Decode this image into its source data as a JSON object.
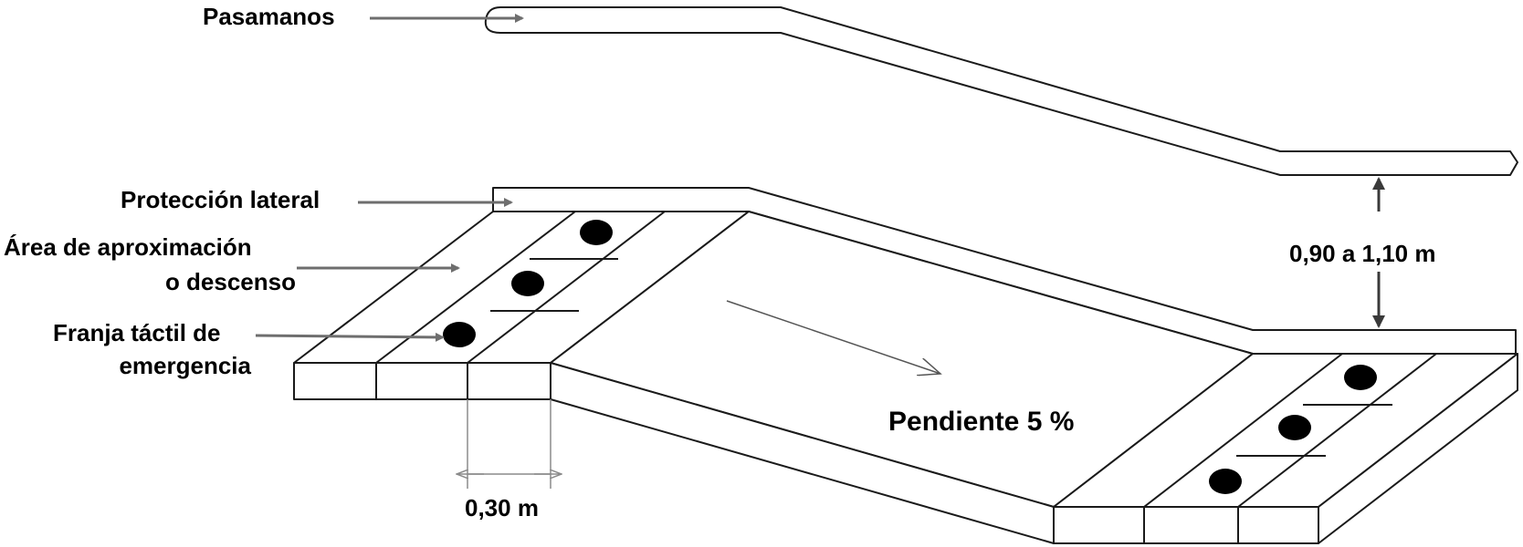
{
  "labels": {
    "handrail": "Pasamanos",
    "side_protection": "Protección lateral",
    "approach_area_line1": "Área de aproximación",
    "approach_area_line2": "o descenso",
    "tactile_strip_line1": "Franja táctil de",
    "tactile_strip_line2": "emergencia",
    "slope": "Pendiente 5 %",
    "handrail_height": "0,90 a 1,10 m",
    "strip_width": "0,30 m"
  },
  "colors": {
    "line": "#1a1a1a",
    "leader_arrow": "#6e6e6e",
    "dimension_arrow": "#3a3a3a",
    "tactile_dot": "#000000",
    "background": "#ffffff"
  }
}
